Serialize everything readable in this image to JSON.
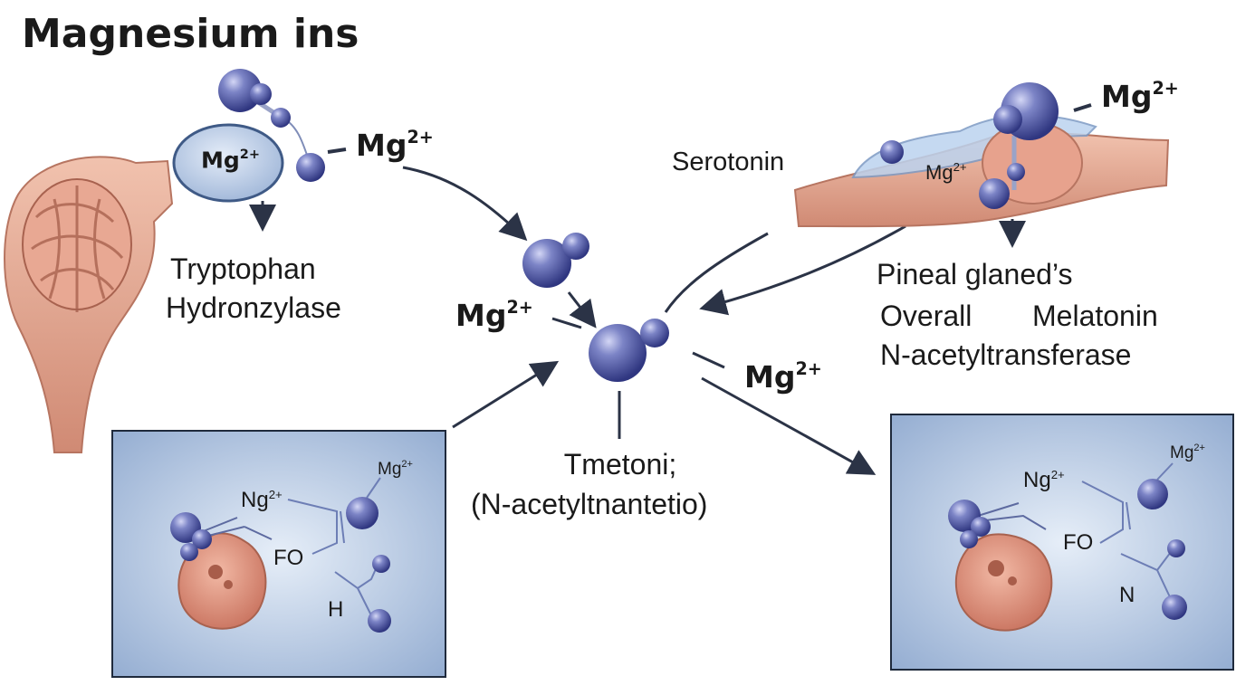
{
  "title": "Magnesium ins",
  "ion_base": "Mg",
  "ion_charge": "2+",
  "ion_ng_base": "Ng",
  "labels": {
    "tryptophan_line1": "Tryptophan",
    "tryptophan_line2": "Hydronzylase",
    "serotonin": "Serotonin",
    "pineal_line1": "Pineal glaned’s",
    "pineal_line2a": "Overall",
    "pineal_line2b": "Melatonin",
    "pineal_line3": "N-acetyltransferase",
    "center_line1": "Tmetoni;",
    "center_line2": "(N-acetyltnantetio)"
  },
  "left_panel": {
    "fo": "FO",
    "h": "H"
  },
  "right_panel": {
    "fo": "FO",
    "n": "N"
  },
  "colors": {
    "sphere": "#4a54a0",
    "sphere_light": "#c9cdf2",
    "arrow": "#2b3346",
    "tissue": "#d9907c",
    "tissue_light": "#f3c6b4",
    "panel_bg": "#b8cbe6",
    "panel_border": "#1f2a3c",
    "capsule": "#bcd0ee"
  }
}
